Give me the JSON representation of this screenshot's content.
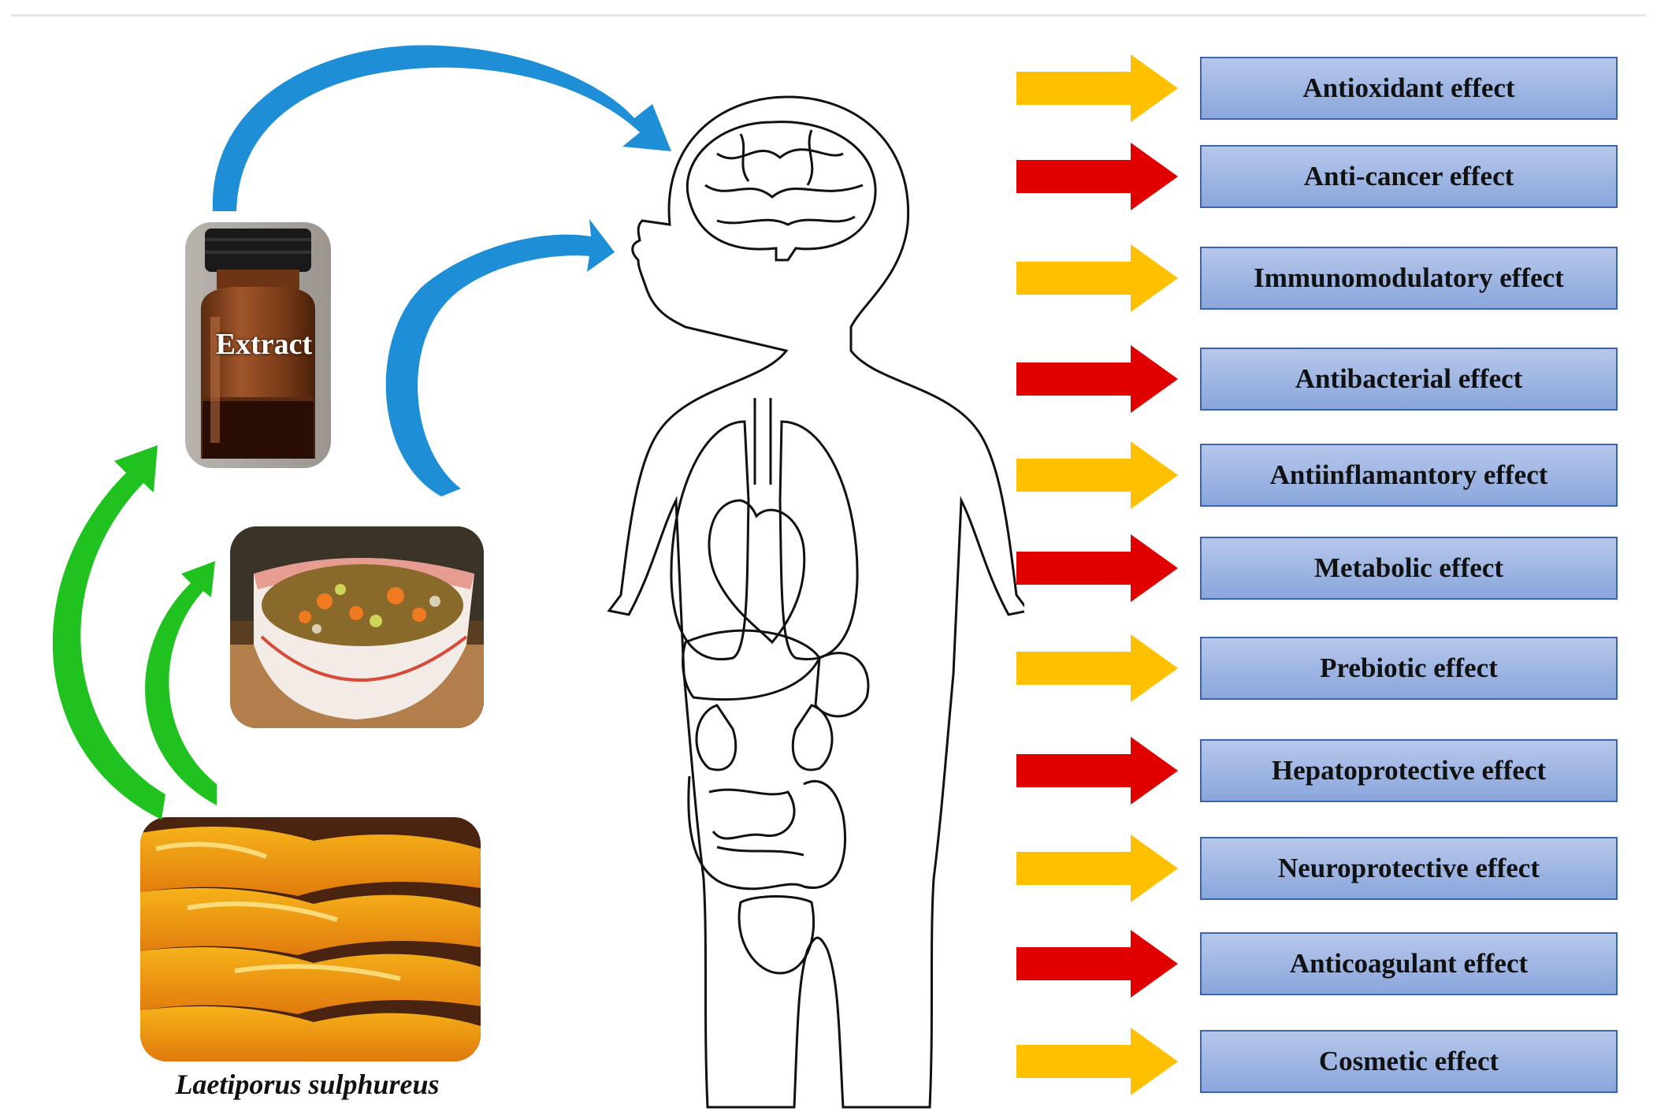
{
  "images": {
    "extract_label": "Extract",
    "species_label": "Laetiporus sulphureus"
  },
  "effects": [
    {
      "label": "Antioxidant effect",
      "arrow": "yellow-arrow"
    },
    {
      "label": "Anti-cancer effect",
      "arrow": "red-arrow"
    },
    {
      "label": "Immunomodulatory effect",
      "arrow": "yellow-arrow"
    },
    {
      "label": "Antibacterial effect",
      "arrow": "red-arrow"
    },
    {
      "label": "Antiinflamantory effect",
      "arrow": "yellow-arrow"
    },
    {
      "label": "Metabolic effect",
      "arrow": "red-arrow"
    },
    {
      "label": "Prebiotic effect",
      "arrow": "yellow-arrow"
    },
    {
      "label": "Hepatoprotective effect",
      "arrow": "red-arrow"
    },
    {
      "label": "Neuroprotective effect",
      "arrow": "yellow-arrow"
    },
    {
      "label": "Anticoagulant effect",
      "arrow": "red-arrow"
    },
    {
      "label": "Cosmetic effect",
      "arrow": "yellow-arrow"
    }
  ],
  "colors": {
    "yellow_arrow": "#ffc000",
    "red_arrow": "#e00000",
    "blue_arrow": "#1e8fd6",
    "green_arrow": "#1fc21f",
    "box_border": "#3a63b0"
  }
}
